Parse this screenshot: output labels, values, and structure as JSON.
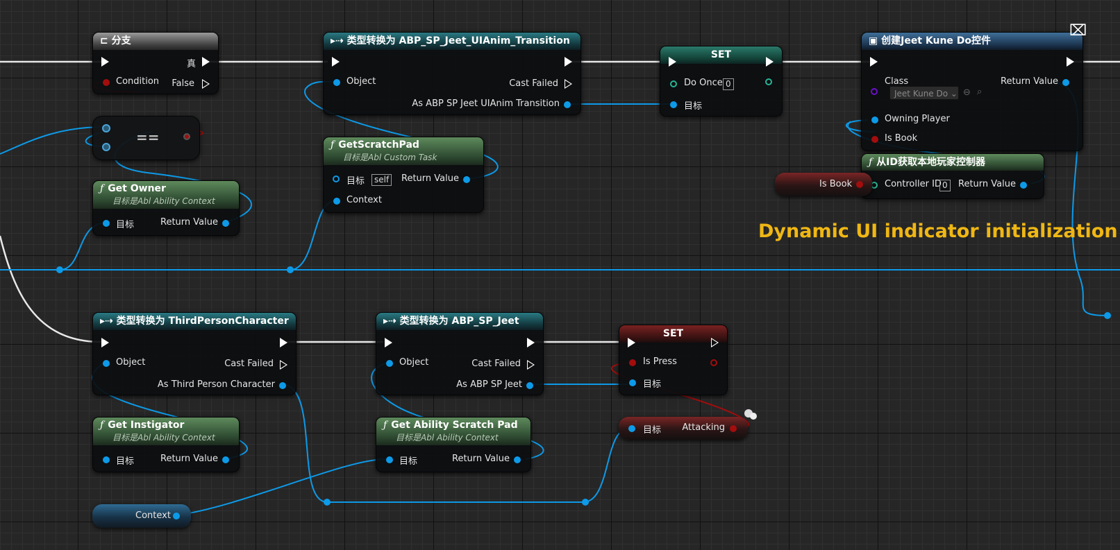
{
  "nodes": {
    "branch": {
      "title": "分支",
      "condition": "Condition",
      "true_label": "真",
      "false_label": "False"
    },
    "equals": {
      "title": "=="
    },
    "get_owner": {
      "title": "Get Owner",
      "subtitle": "目标是Abl Ability Context",
      "target": "目标",
      "return": "Return Value"
    },
    "cast_anim": {
      "title": "类型转换为 ABP_SP_Jeet_UIAnim_Transition",
      "object": "Object",
      "cast_failed": "Cast Failed",
      "as_output": "As ABP SP Jeet UIAnim Transition"
    },
    "scratch_pad": {
      "title": "GetScratchPad",
      "subtitle": "目标是Abl Custom Task",
      "target": "目标",
      "self": "self",
      "return": "Return Value",
      "context": "Context"
    },
    "set_do_once": {
      "title": "SET",
      "var": "Do Once",
      "value": "0",
      "target": "目标"
    },
    "create_widget": {
      "title": "创建Jeet Kune Do控件",
      "class": "Class",
      "class_value": "Jeet Kune Do",
      "owning_player": "Owning Player",
      "is_book": "Is Book",
      "return": "Return Value"
    },
    "get_player_controller": {
      "title": "从ID获取本地玩家控制器",
      "controller_id": "Controller ID",
      "value": "0",
      "return": "Return Value"
    },
    "is_book_var": {
      "label": "Is Book"
    },
    "cast_third": {
      "title": "类型转换为 ThirdPersonCharacter",
      "object": "Object",
      "cast_failed": "Cast Failed",
      "as_output": "As Third Person Character"
    },
    "cast_jeet": {
      "title": "类型转换为 ABP_SP_Jeet",
      "object": "Object",
      "cast_failed": "Cast Failed",
      "as_output": "As ABP SP Jeet"
    },
    "set_is_press": {
      "title": "SET",
      "var": "Is Press",
      "target": "目标"
    },
    "get_instigator": {
      "title": "Get Instigator",
      "subtitle": "目标是Abl Ability Context",
      "target": "目标",
      "return": "Return Value"
    },
    "get_ability_pad": {
      "title": "Get Ability Scratch Pad",
      "subtitle": "目标是Abl Ability Context",
      "target": "目标",
      "return": "Return Value"
    },
    "attacking_getter": {
      "target": "目标",
      "attacking": "Attacking"
    },
    "context_var": {
      "label": "Context"
    }
  },
  "comment": "Dynamic UI indicator initialization",
  "colors": {
    "object_pin": "#0d9ae8",
    "bool_pin": "#a30d0d",
    "int_pin": "#27b596",
    "class_pin": "#6b10c8",
    "comment": "#f0b714"
  }
}
